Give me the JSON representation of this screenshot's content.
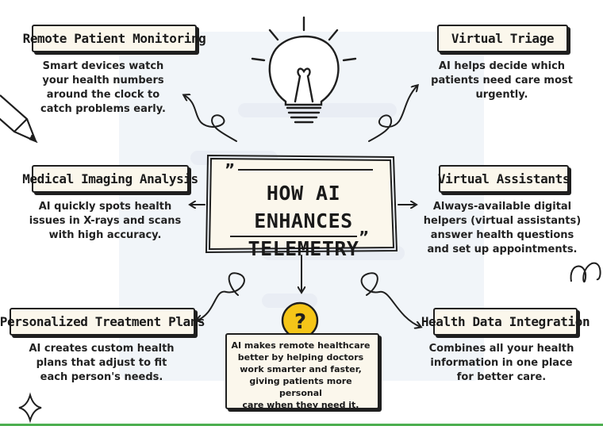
{
  "center": {
    "title_line1": "HOW AI ENHANCES",
    "title_line2": "TELEMETRY"
  },
  "nodes": {
    "remote_monitoring": {
      "title": "Remote Patient Monitoring",
      "description": [
        "Smart devices watch",
        "your health numbers",
        "around the clock to",
        "catch problems early."
      ]
    },
    "virtual_triage": {
      "title": "Virtual Triage",
      "description": [
        "AI helps decide which",
        "patients need care most",
        "urgently."
      ]
    },
    "imaging_analysis": {
      "title": "Medical Imaging Analysis",
      "description": [
        "AI quickly spots health",
        "issues in X-rays and scans",
        "with high accuracy."
      ]
    },
    "virtual_assistants": {
      "title": "Virtual Assistants",
      "description": [
        "Always-available digital",
        "helpers (virtual assistants)",
        "answer health questions",
        "and set up appointments."
      ]
    },
    "treatment_plans": {
      "title": "Personalized Treatment Plans",
      "description": [
        "AI creates custom health",
        "plans that adjust to fit",
        "each person's needs."
      ]
    },
    "data_integration": {
      "title": "Health Data Integration",
      "description": [
        "Combines all your health",
        "information in one place",
        "for better care."
      ]
    }
  },
  "summary": {
    "text": [
      "AI makes remote healthcare",
      "better by helping doctors",
      "work smarter and faster,",
      "giving patients more personal",
      "care when they need it."
    ],
    "badge": "?"
  },
  "icons": [
    "lightbulb-icon",
    "pencil-icon",
    "sparkle-icon",
    "question-badge-icon"
  ],
  "colors": {
    "box_fill": "#fbf7ec",
    "stroke": "#1f1f1f",
    "badge_yellow": "#f5c518",
    "accent_bar": "#4caf50",
    "bg_tint": "#eef3f8"
  }
}
